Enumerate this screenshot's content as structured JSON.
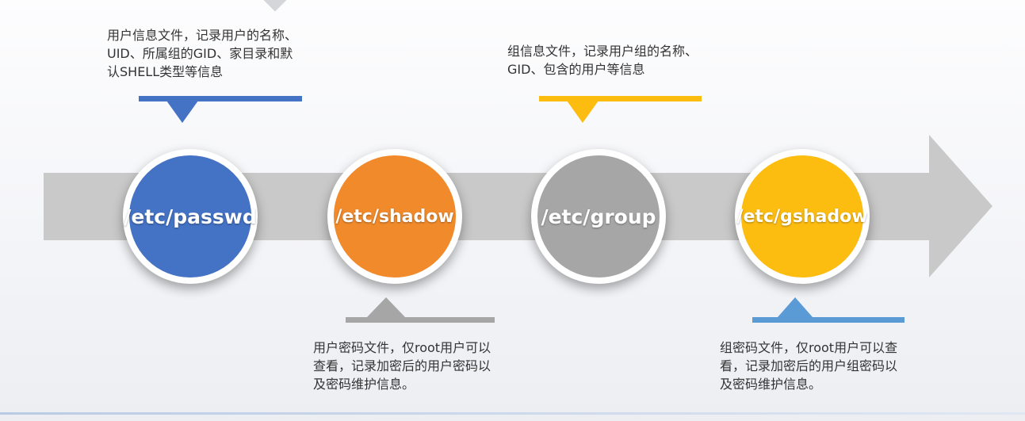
{
  "nodes": [
    {
      "label": "/etc/passwd",
      "color": "#4472c4"
    },
    {
      "label": "/etc/shadow",
      "color": "#f08a2b"
    },
    {
      "label": "/etc/group",
      "color": "#a6a6a6"
    },
    {
      "label": "/etc/gshadow",
      "color": "#fdbc10"
    }
  ],
  "descriptions": {
    "passwd": [
      "用户信息文件，记录用户的名称、",
      "UID、所属组的GID、家目录和默",
      "认SHELL类型等信息"
    ],
    "shadow": [
      "用户密码文件，仅root用户可以",
      "查看，记录加密后的用户密码以",
      "及密码维护信息。"
    ],
    "group": [
      "组信息文件，记录用户组的名称、",
      "GID、包含的用户等信息"
    ],
    "gshadow": [
      "组密码文件，仅root用户可以查",
      "看，记录加密后的用户组密码以",
      "及密码维护信息。"
    ]
  },
  "colors": {
    "arrow": "#c9c9c9",
    "passwd_marker": "#4472c4",
    "shadow_marker": "#a6a6a6",
    "group_marker": "#fdbc10",
    "gshadow_marker": "#5b9bd5"
  }
}
